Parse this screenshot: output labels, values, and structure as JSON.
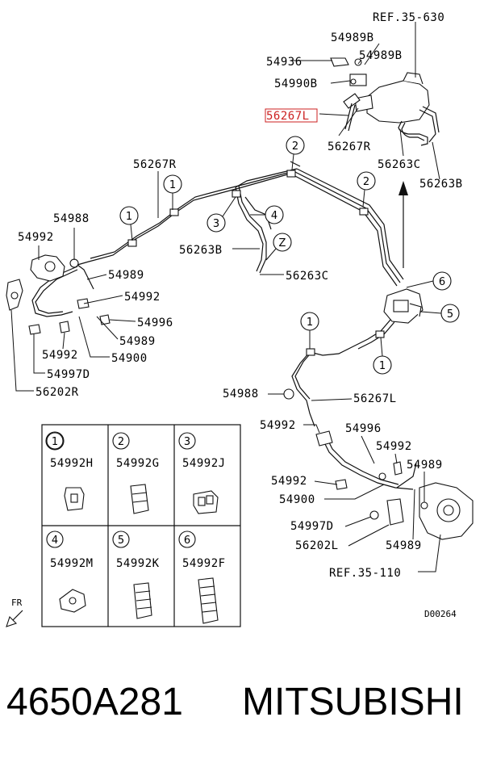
{
  "diagram": {
    "refs": {
      "top": "REF.35-630",
      "bottom": "REF.35-110"
    },
    "drawing_code": "D00264",
    "direction_label": "FR",
    "parts": {
      "p54989B_1": "54989B",
      "p54936": "54936",
      "p54989B_2": "54989B",
      "p54990B": "54990B",
      "p56267L_top": "56267L",
      "p56267R_top": "56267R",
      "p56263C_top": "56263C",
      "p56263B_top": "56263B",
      "p56267R_mid": "56267R",
      "p54988_top": "54988",
      "p54992_a": "54992",
      "p54989_a": "54989",
      "p54992_b": "54992",
      "p54996_a": "54996",
      "p56263B_mid": "56263B",
      "p56263C_mid": "56263C",
      "p54989_b": "54989",
      "p54992_c": "54992",
      "p54900_a": "54900",
      "p54997D_a": "54997D",
      "p56202R": "56202R",
      "p54988_bot": "54988",
      "p56267L_bot": "56267L",
      "p54992_d": "54992",
      "p54996_b": "54996",
      "p54992_e": "54992",
      "p54989_c": "54989",
      "p54992_f": "54992",
      "p54900_b": "54900",
      "p54997D_b": "54997D",
      "p56202L": "56202L",
      "p54989_d": "54989"
    },
    "callouts": [
      "1",
      "1",
      "1",
      "1",
      "1",
      "2",
      "2",
      "3",
      "4",
      "Z",
      "6",
      "5"
    ],
    "legend": [
      {
        "num": "1",
        "part": "54992H"
      },
      {
        "num": "2",
        "part": "54992G"
      },
      {
        "num": "3",
        "part": "54992J"
      },
      {
        "num": "4",
        "part": "54992M"
      },
      {
        "num": "5",
        "part": "54992K"
      },
      {
        "num": "6",
        "part": "54992F"
      }
    ]
  },
  "footer": {
    "part_number": "4650A281",
    "brand": "MITSUBISHI"
  }
}
